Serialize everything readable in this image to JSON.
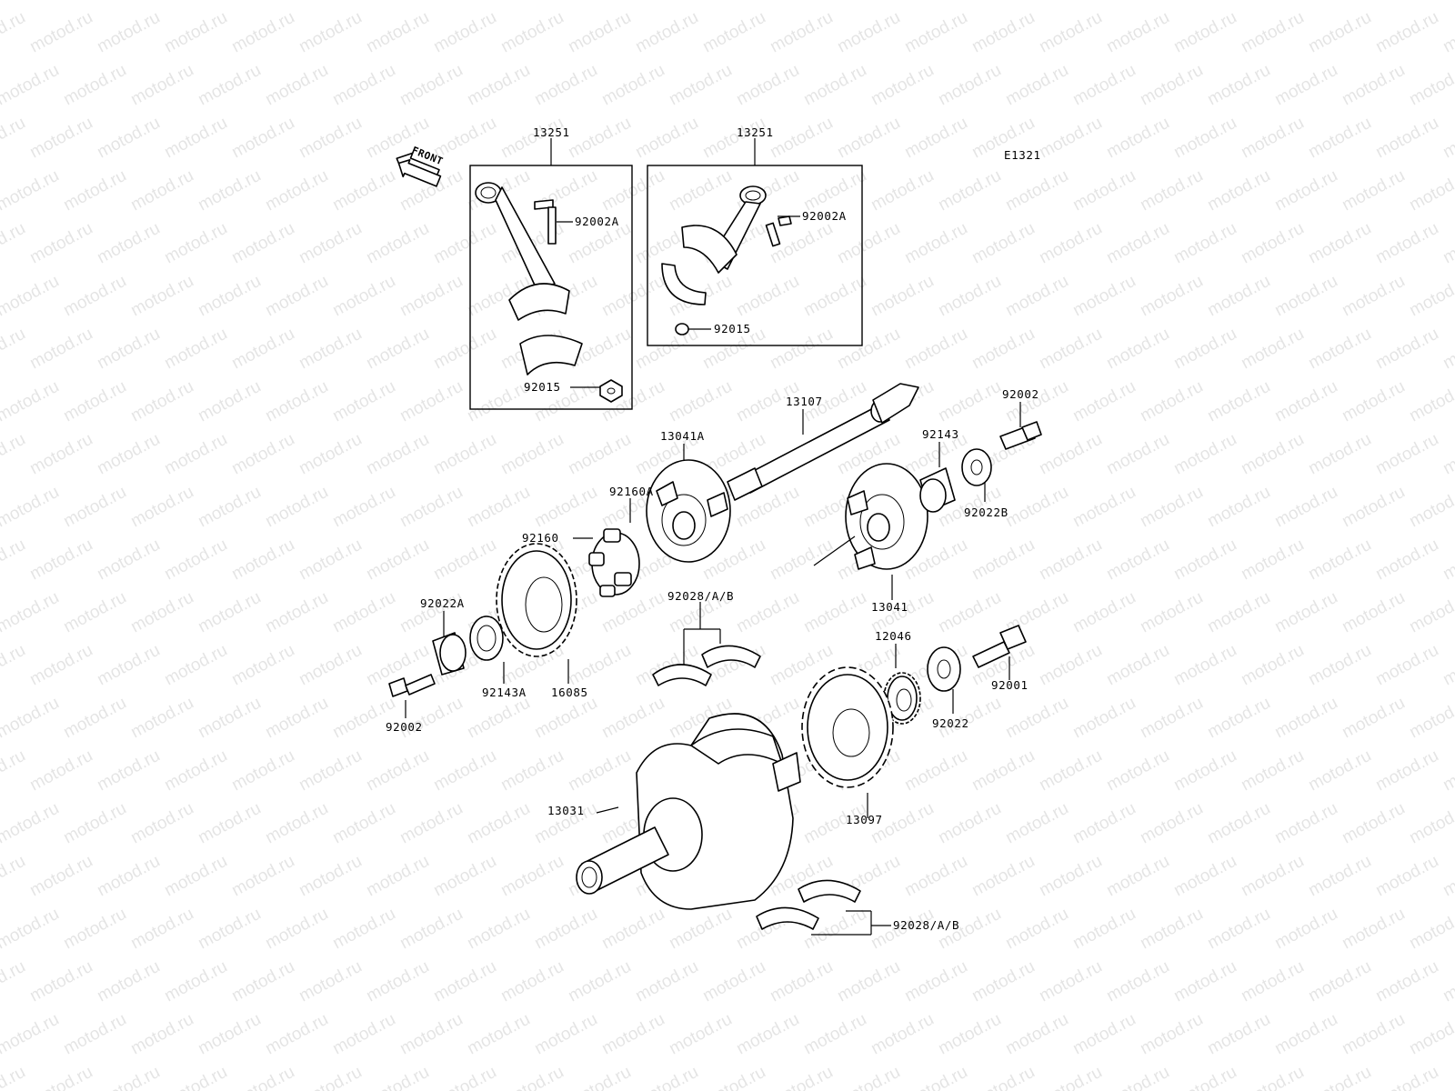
{
  "diagram": {
    "code": "E1321",
    "front_label": "FRONT",
    "watermark": "motod.ru",
    "labels": [
      {
        "id": "lbl-13251-left",
        "text": "13251"
      },
      {
        "id": "lbl-13251-right",
        "text": "13251"
      },
      {
        "id": "lbl-92002A-left",
        "text": "92002A"
      },
      {
        "id": "lbl-92002A-right",
        "text": "92002A"
      },
      {
        "id": "lbl-92015-left",
        "text": "92015"
      },
      {
        "id": "lbl-92015-right",
        "text": "92015"
      },
      {
        "id": "lbl-13107",
        "text": "13107"
      },
      {
        "id": "lbl-13041A",
        "text": "13041A"
      },
      {
        "id": "lbl-92002-top",
        "text": "92002"
      },
      {
        "id": "lbl-92143",
        "text": "92143"
      },
      {
        "id": "lbl-92022B",
        "text": "92022B"
      },
      {
        "id": "lbl-92160A",
        "text": "92160A"
      },
      {
        "id": "lbl-92160",
        "text": "92160"
      },
      {
        "id": "lbl-13041",
        "text": "13041"
      },
      {
        "id": "lbl-92022A",
        "text": "92022A"
      },
      {
        "id": "lbl-92028-top",
        "text": "92028/A/B"
      },
      {
        "id": "lbl-12046",
        "text": "12046"
      },
      {
        "id": "lbl-92143A",
        "text": "92143A"
      },
      {
        "id": "lbl-16085",
        "text": "16085"
      },
      {
        "id": "lbl-92002-bottom",
        "text": "92002"
      },
      {
        "id": "lbl-92001",
        "text": "92001"
      },
      {
        "id": "lbl-92022",
        "text": "92022"
      },
      {
        "id": "lbl-13031",
        "text": "13031"
      },
      {
        "id": "lbl-13097",
        "text": "13097"
      },
      {
        "id": "lbl-92028-bottom",
        "text": "92028/A/B"
      }
    ]
  }
}
